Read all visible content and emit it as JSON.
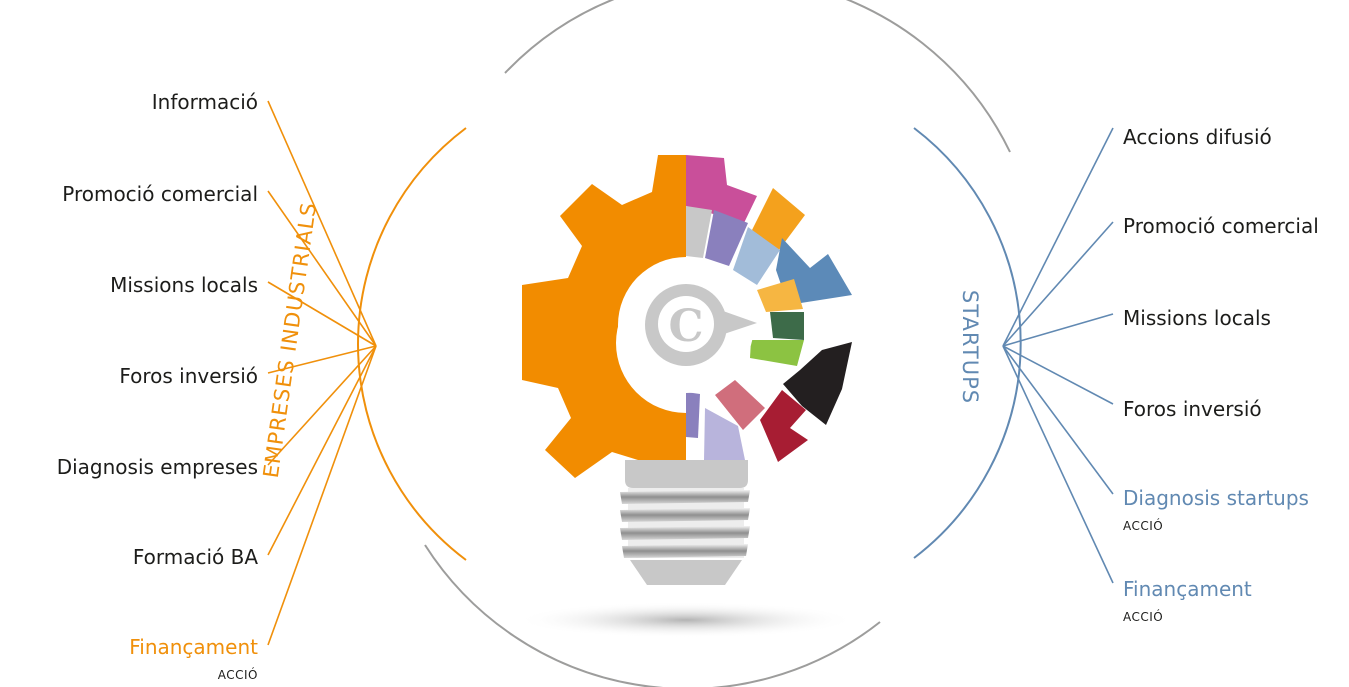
{
  "left_group": {
    "title": "EMPRESES INDUSTRIALS",
    "color": "#f0900b",
    "items": [
      "Informació",
      "Promoció comercial",
      "Missions locals",
      "Foros inversió",
      "Diagnosis empreses",
      "Formació BA"
    ],
    "highlight": {
      "label": "Finançament",
      "tag": "ACCIÓ"
    }
  },
  "right_group": {
    "title": "STARTUPS",
    "color": "#6189b2",
    "items": [
      "Accions difusió",
      "Promoció comercial",
      "Missions locals",
      "Foros inversió"
    ],
    "highlights": [
      {
        "label": "Diagnosis startups",
        "tag": "ACCIÓ"
      },
      {
        "label": "Finançament",
        "tag": "ACCIÓ"
      }
    ]
  },
  "center_logo": {
    "letter": "C"
  },
  "colors": {
    "gear": "#f28c00",
    "bulb_base": "#c8c8c8",
    "arc_gray": "#9d9d9c"
  }
}
